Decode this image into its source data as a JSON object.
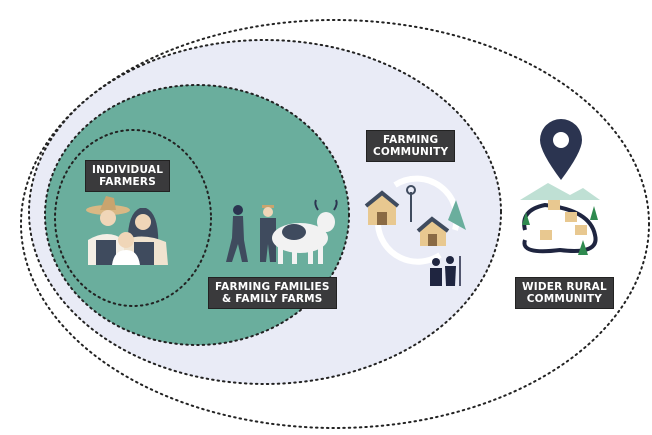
{
  "labels": {
    "individual_farmers": [
      "INDIVIDUAL",
      "FARMERS"
    ],
    "farming_families": [
      "FARMING FAMILIES",
      "& FAMILY FARMS"
    ],
    "farming_community": [
      "FARMING",
      "COMMUNITY"
    ],
    "wider_rural_community": [
      "WIDER RURAL",
      "COMMUNITY"
    ]
  },
  "colors": {
    "green": "#6aae9d",
    "lavender": "#e9ebf6",
    "navy": "#2b3450",
    "label_bg": "#3a3a3c",
    "barn": "#e8c890"
  },
  "icons": [
    "farmer-family-icon",
    "farmers-with-cow-icon",
    "farm-barns-icon",
    "location-pin-icon",
    "rural-village-icon"
  ]
}
